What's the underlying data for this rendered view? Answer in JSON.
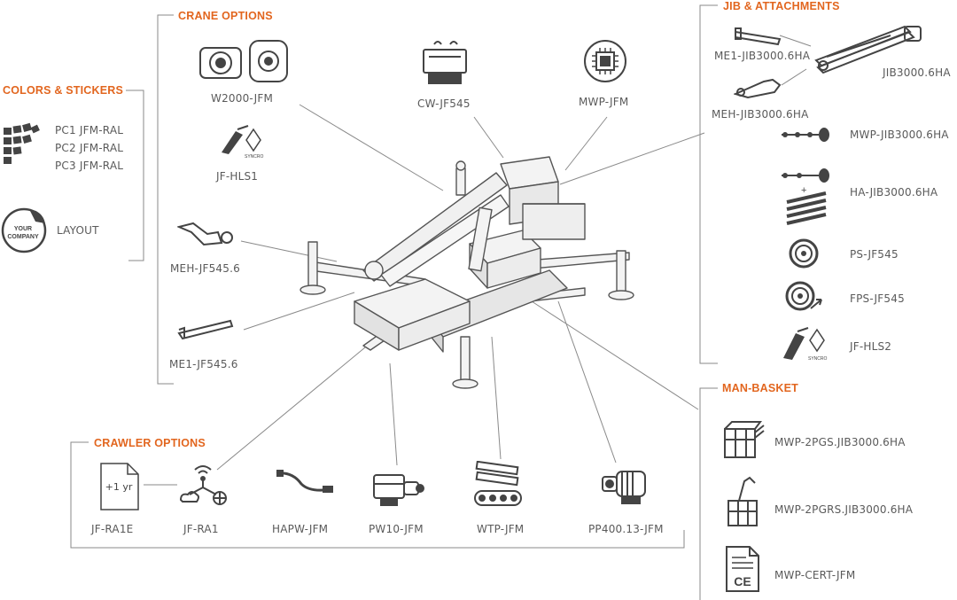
{
  "sections": {
    "colors_stickers": "COLORS & STICKERS",
    "crane_options": "CRANE OPTIONS",
    "jib_attachments": "JIB & ATTACHMENTS",
    "man_basket": "MAN-BASKET",
    "crawler_options": "CRAWLER OPTIONS"
  },
  "colors": {
    "accent": "#e2661f",
    "line": "#8a8a8a",
    "icon": "#444444"
  },
  "colors_items": [
    "PC1 JFM-RAL",
    "PC2 JFM-RAL",
    "PC3 JFM-RAL"
  ],
  "layout": {
    "label": "LAYOUT",
    "badge_line1": "YOUR",
    "badge_line2": "COMPANY"
  },
  "crane": {
    "w2000": "W2000-JFM",
    "hls1": "JF-HLS1",
    "syncro": "SYNCRO",
    "meh": "MEH-JF545.6",
    "me1": "ME1-JF545.6"
  },
  "top": {
    "cw": "CW-JF545",
    "mwp": "MWP-JFM"
  },
  "jib": {
    "me1": "ME1-JIB3000.6HA",
    "jib": "JIB3000.6HA",
    "meh": "MEH-JIB3000.6HA",
    "mwp": "MWP-JIB3000.6HA",
    "ha": "HA-JIB3000.6HA",
    "ps": "PS-JF545",
    "fps": "FPS-JF545",
    "hls2": "JF-HLS2",
    "syncro": "SYNCRO"
  },
  "basket": {
    "pgs": "MWP-2PGS.JIB3000.6HA",
    "pgrs": "MWP-2PGRS.JIB3000.6HA",
    "cert": "MWP-CERT-JFM",
    "ce": "CE"
  },
  "crawler": {
    "ra1e": "JF-RA1E",
    "ra1e_badge": "+1 yr",
    "ra1": "JF-RA1",
    "hapw": "HAPW-JFM",
    "pw10": "PW10-JFM",
    "wtp": "WTP-JFM",
    "pp": "PP400.13-JFM"
  }
}
